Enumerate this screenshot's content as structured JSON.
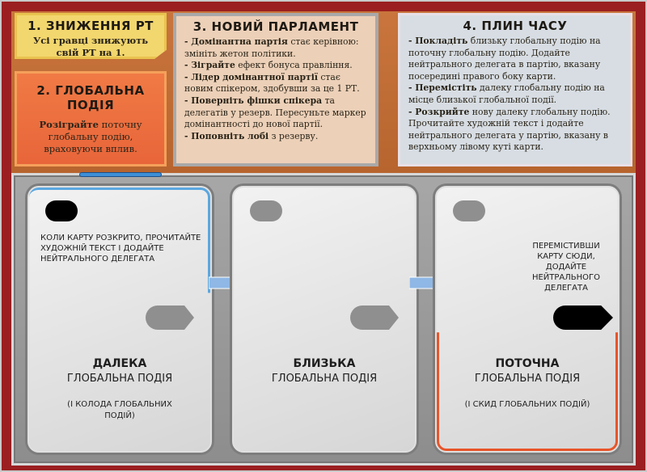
{
  "step1": {
    "title": "1. ЗНИЖЕННЯ РТ",
    "text": "Усі гравці знижують свій РТ на 1."
  },
  "step2": {
    "title": "2. ГЛОБАЛЬНА ПОДІЯ",
    "bold": "Розіграйте",
    "text": " поточну глобальну подію, враховуючи вплив."
  },
  "step3": {
    "title": "3. НОВИЙ ПАРЛАМЕНТ",
    "items": [
      {
        "bold": "- Домінантна партія",
        "text": " стає керівною: змініть жетон політики."
      },
      {
        "bold": "- Зіграйте",
        "text": " ефект бонуса правління."
      },
      {
        "bold": "- Лідер домінантної партії",
        "text": " стає новим спікером, здобувши за це 1 РТ."
      },
      {
        "bold": "- Поверніть фішки спікера",
        "text": " та делегатів у резерв. Пересуньте маркер домінантності до нової партії."
      },
      {
        "bold": "- Поповніть лобі",
        "text": " з резерву."
      }
    ]
  },
  "step4": {
    "title": "4. ПЛИН ЧАСУ",
    "items": [
      {
        "bold": "- Покладіть",
        "text": " близьку глобальну подію на поточну глобальну подію. Додайте нейтрального делегата в партію, вказану посередині правого боку карти."
      },
      {
        "bold": "- Перемістіть",
        "text": " далеку глобальну подію на місце близької глобальної події."
      },
      {
        "bold": "- Розкрийте",
        "text": " нову далеку глобальну подію. Прочитайте художній текст і додайте нейтрального делегата у партію, вказану в верхньому лівому куті карти."
      }
    ]
  },
  "cards": [
    {
      "title": "ДАЛЕКА",
      "subtitle": "ГЛОБАЛЬНА ПОДІЯ",
      "note": "(І КОЛОДА ГЛОБАЛЬНИХ ПОДІЙ)",
      "instruction": "КОЛИ КАРТУ РОЗКРИТО, ПРОЧИТАЙТЕ ХУДОЖНІЙ ТЕКСТ І ДОДАЙТЕ НЕЙТРАЛЬНОГО ДЕЛЕГАТА"
    },
    {
      "title": "БЛИЗЬКА",
      "subtitle": "ГЛОБАЛЬНА ПОДІЯ"
    },
    {
      "title": "ПОТОЧНА",
      "subtitle": "ГЛОБАЛЬНА ПОДІЯ",
      "note": "(І СКИД ГЛОБАЛЬНИХ ПОДІЙ)",
      "instruction": "ПЕРЕМІСТИВШИ КАРТУ СЮДИ, ДОДАЙТЕ НЕЙТРАЛЬНОГО ДЕЛЕГАТА"
    }
  ],
  "colors": {
    "border": "#9b1f20",
    "far": "#5aa7e0",
    "current": "#e8552a",
    "arrow": "#8fb8e6"
  }
}
